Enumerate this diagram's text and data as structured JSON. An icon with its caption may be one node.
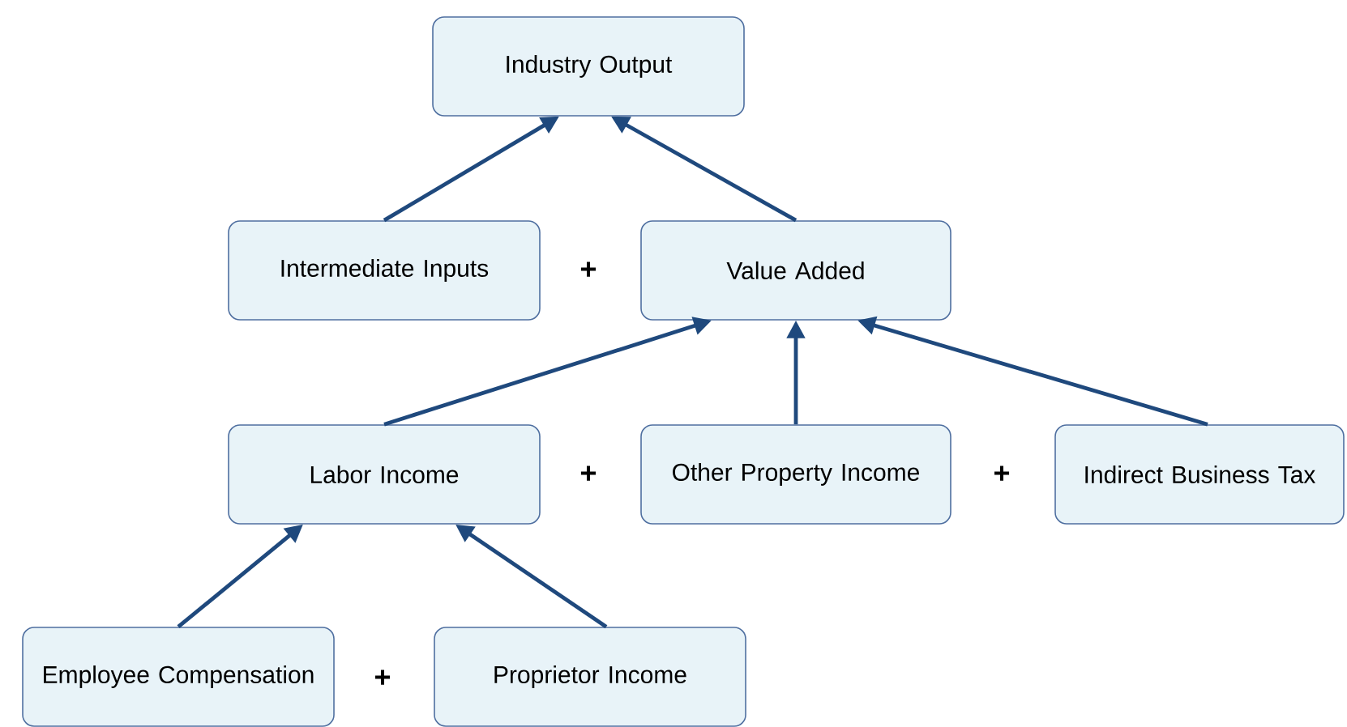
{
  "diagram": {
    "nodes": [
      {
        "text": [
          "Industry Output"
        ]
      },
      {
        "text": [
          "Intermediate Inputs"
        ]
      },
      {
        "text": [
          "Value Added"
        ]
      },
      {
        "text": [
          "Labor Income"
        ]
      },
      {
        "text": [
          "Other Property Income"
        ]
      },
      {
        "text": [
          "Indirect Business Tax"
        ]
      },
      {
        "text": [
          "Employee Compensation"
        ]
      },
      {
        "text": [
          "Proprietor Income"
        ]
      }
    ],
    "edges": [
      {
        "from": 1,
        "to": 0,
        "arrow": "to"
      },
      {
        "from": 2,
        "to": 0,
        "arrow": "to"
      },
      {
        "from": 3,
        "to": 2,
        "arrow": "to"
      },
      {
        "from": 4,
        "to": 2,
        "arrow": "to"
      },
      {
        "from": 5,
        "to": 2,
        "arrow": "to"
      },
      {
        "from": 6,
        "to": 3,
        "arrow": "to"
      },
      {
        "from": 7,
        "to": 3,
        "arrow": "to"
      }
    ],
    "labels": [
      "+",
      "+",
      "+",
      "+"
    ]
  }
}
